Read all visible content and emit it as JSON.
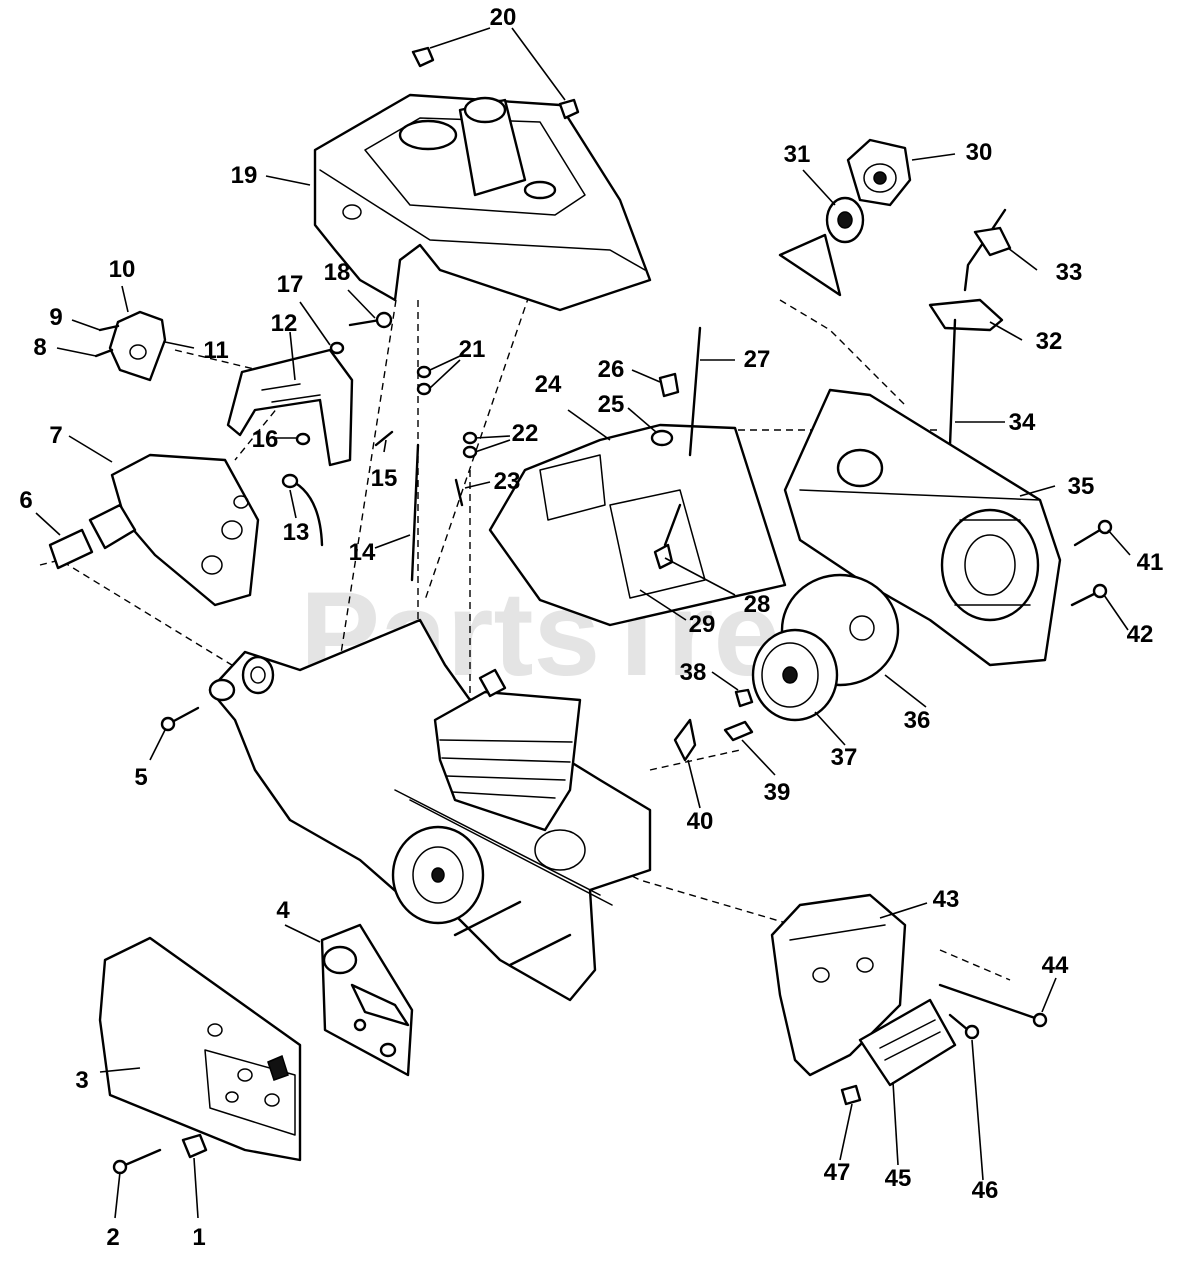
{
  "watermark": "PartsTree",
  "callouts": [
    "1",
    "2",
    "3",
    "4",
    "5",
    "6",
    "7",
    "8",
    "9",
    "10",
    "11",
    "12",
    "13",
    "14",
    "15",
    "16",
    "17",
    "18",
    "19",
    "20",
    "21",
    "22",
    "23",
    "24",
    "25",
    "26",
    "27",
    "28",
    "29",
    "30",
    "31",
    "32",
    "33",
    "34",
    "35",
    "36",
    "37",
    "38",
    "39",
    "40",
    "41",
    "42",
    "43",
    "44",
    "45",
    "46",
    "47"
  ],
  "colors": {
    "ink": "#000000",
    "background": "#ffffff",
    "watermark": "#cfcfcf"
  }
}
